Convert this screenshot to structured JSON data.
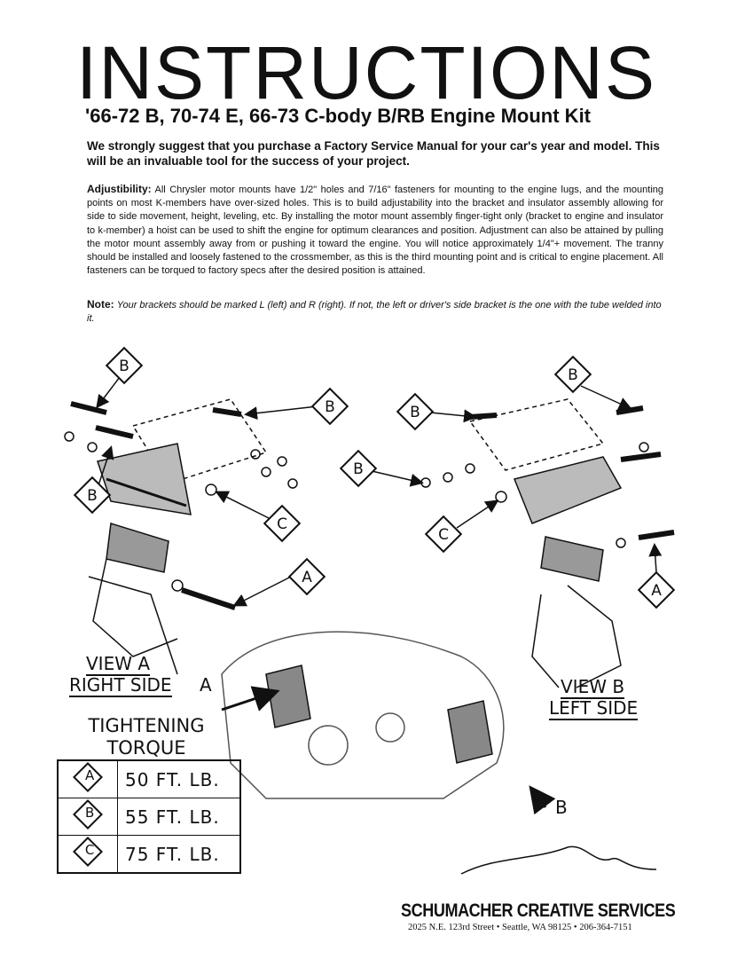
{
  "header": {
    "title": "INSTRUCTIONS",
    "subtitle": "'66-72 B, 70-74 E, 66-73 C-body B/RB Engine Mount Kit"
  },
  "intro": "We strongly suggest that you purchase a Factory Service Manual for your car's year and model. This will be an invaluable tool for the success of your project.",
  "adjustibility": {
    "label": "Adjustibility:",
    "text": "All Chrysler motor mounts have 1/2\" holes and 7/16\" fasteners for mounting to the engine lugs, and the mounting points on most K-members have over-sized holes. This is to build adjustability into the bracket and insulator assembly allowing for side to side movement, height, leveling, etc. By installing the motor mount assembly finger-tight only (bracket to engine and insulator to k-member) a hoist can be used to shift the engine for optimum clearances and position. Adjustment can also be attained by pulling the motor mount assembly away from or pushing it toward the engine. You will notice approximately 1/4\"+ movement. The tranny should be installed and loosely fastened to the crossmember, as this is the third mounting point and is critical to engine placement. All fasteners can be torqued to factory specs after the desired position is attained."
  },
  "note": {
    "label": "Note:",
    "text": "Your brackets should be marked L (left) and R (right). If not, the left or driver's side bracket is the one with the tube welded into it."
  },
  "diagram": {
    "callouts": [
      "B",
      "B",
      "B",
      "C",
      "A",
      "B",
      "B",
      "B",
      "C",
      "A"
    ],
    "view_a_line1": "VIEW A",
    "view_a_line2": "RIGHT SIDE",
    "arrow_a": "A",
    "view_b_line1": "VIEW B",
    "view_b_line2": "LEFT SIDE",
    "arrow_b": "B"
  },
  "torque": {
    "title_line1": "TIGHTENING",
    "title_line2": "TORQUE",
    "rows": [
      {
        "symbol": "A",
        "value": "50 FT. LB."
      },
      {
        "symbol": "B",
        "value": "55 FT. LB."
      },
      {
        "symbol": "C",
        "value": "75 FT. LB."
      }
    ]
  },
  "footer": {
    "company": "SCHUMACHER CREATIVE SERVICES",
    "address": "2025 N.E. 123rd Street  • Seattle, WA 98125 • 206-364-7151"
  }
}
